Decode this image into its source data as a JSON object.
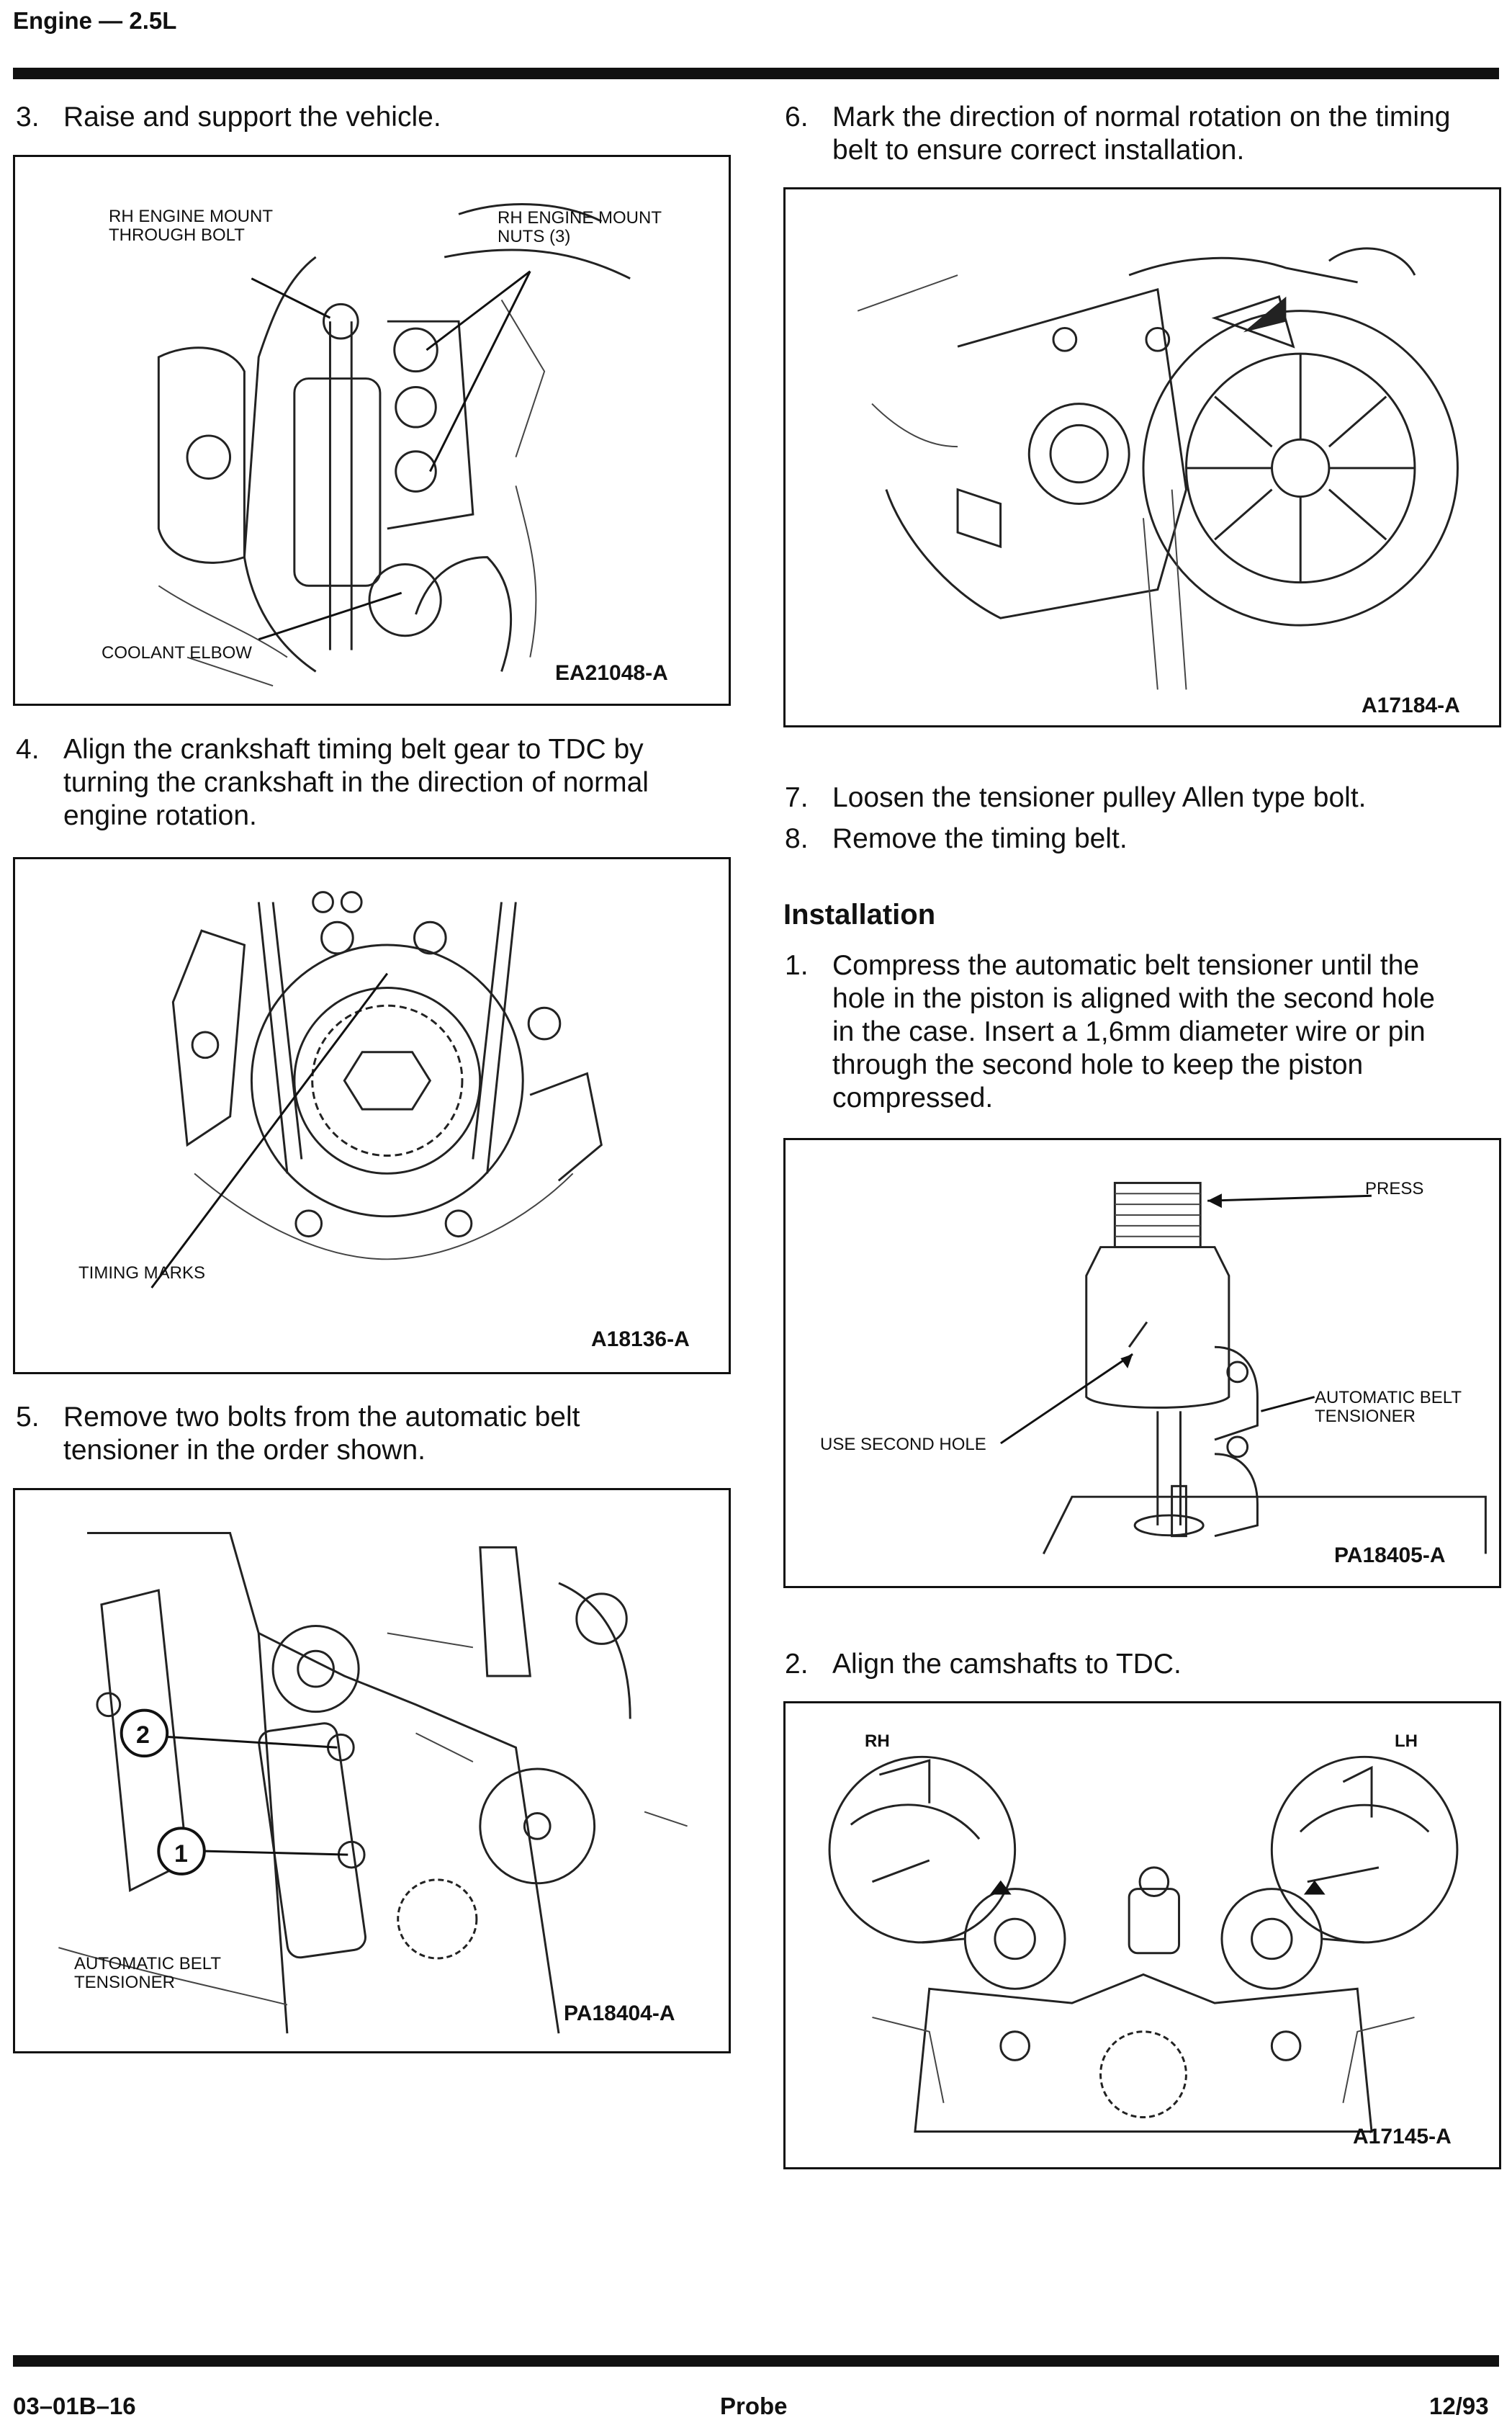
{
  "header": {
    "title": "Engine — 2.5L"
  },
  "left_column": {
    "step3": {
      "num": "3.",
      "text": "Raise and support the vehicle."
    },
    "fig1": {
      "labels": {
        "bolt": "RH ENGINE MOUNT\nTHROUGH BOLT",
        "nuts": "RH ENGINE MOUNT\nNUTS (3)",
        "elbow": "COOLANT ELBOW"
      },
      "id": "EA21048-A"
    },
    "step4": {
      "num": "4.",
      "text": "Align the crankshaft timing belt gear to TDC by\nturning the crankshaft in the direction of normal\nengine rotation."
    },
    "fig2": {
      "labels": {
        "marks": "TIMING MARKS"
      },
      "id": "A18136-A"
    },
    "step5": {
      "num": "5.",
      "text": "Remove two bolts from the automatic belt\ntensioner in the order shown."
    },
    "fig3": {
      "labels": {
        "two": "2",
        "one": "1",
        "tensioner": "AUTOMATIC BELT\nTENSIONER"
      },
      "id": "PA18404-A"
    }
  },
  "right_column": {
    "step6": {
      "num": "6.",
      "text": "Mark the direction of normal rotation on the timing\nbelt to ensure correct installation."
    },
    "fig4": {
      "id": "A17184-A"
    },
    "step7": {
      "num": "7.",
      "text": "Loosen the tensioner pulley Allen type bolt."
    },
    "step8": {
      "num": "8.",
      "text": "Remove the timing belt."
    },
    "installation_heading": "Installation",
    "inst1": {
      "num": "1.",
      "text": "Compress the automatic belt tensioner until the\nhole in the piston is aligned with the second hole\nin the case. Insert a 1,6mm diameter wire or pin\nthrough the second hole to keep the piston\ncompressed."
    },
    "fig5": {
      "labels": {
        "press": "PRESS",
        "tensioner": "AUTOMATIC BELT\nTENSIONER",
        "hole": "USE SECOND HOLE"
      },
      "id": "PA18405-A"
    },
    "inst2": {
      "num": "2.",
      "text": "Align the camshafts to TDC."
    },
    "fig6": {
      "labels": {
        "rh": "RH",
        "lh": "LH"
      },
      "id": "A17145-A"
    }
  },
  "footer": {
    "left": "03–01B–16",
    "center": "Probe",
    "right": "12/93"
  }
}
